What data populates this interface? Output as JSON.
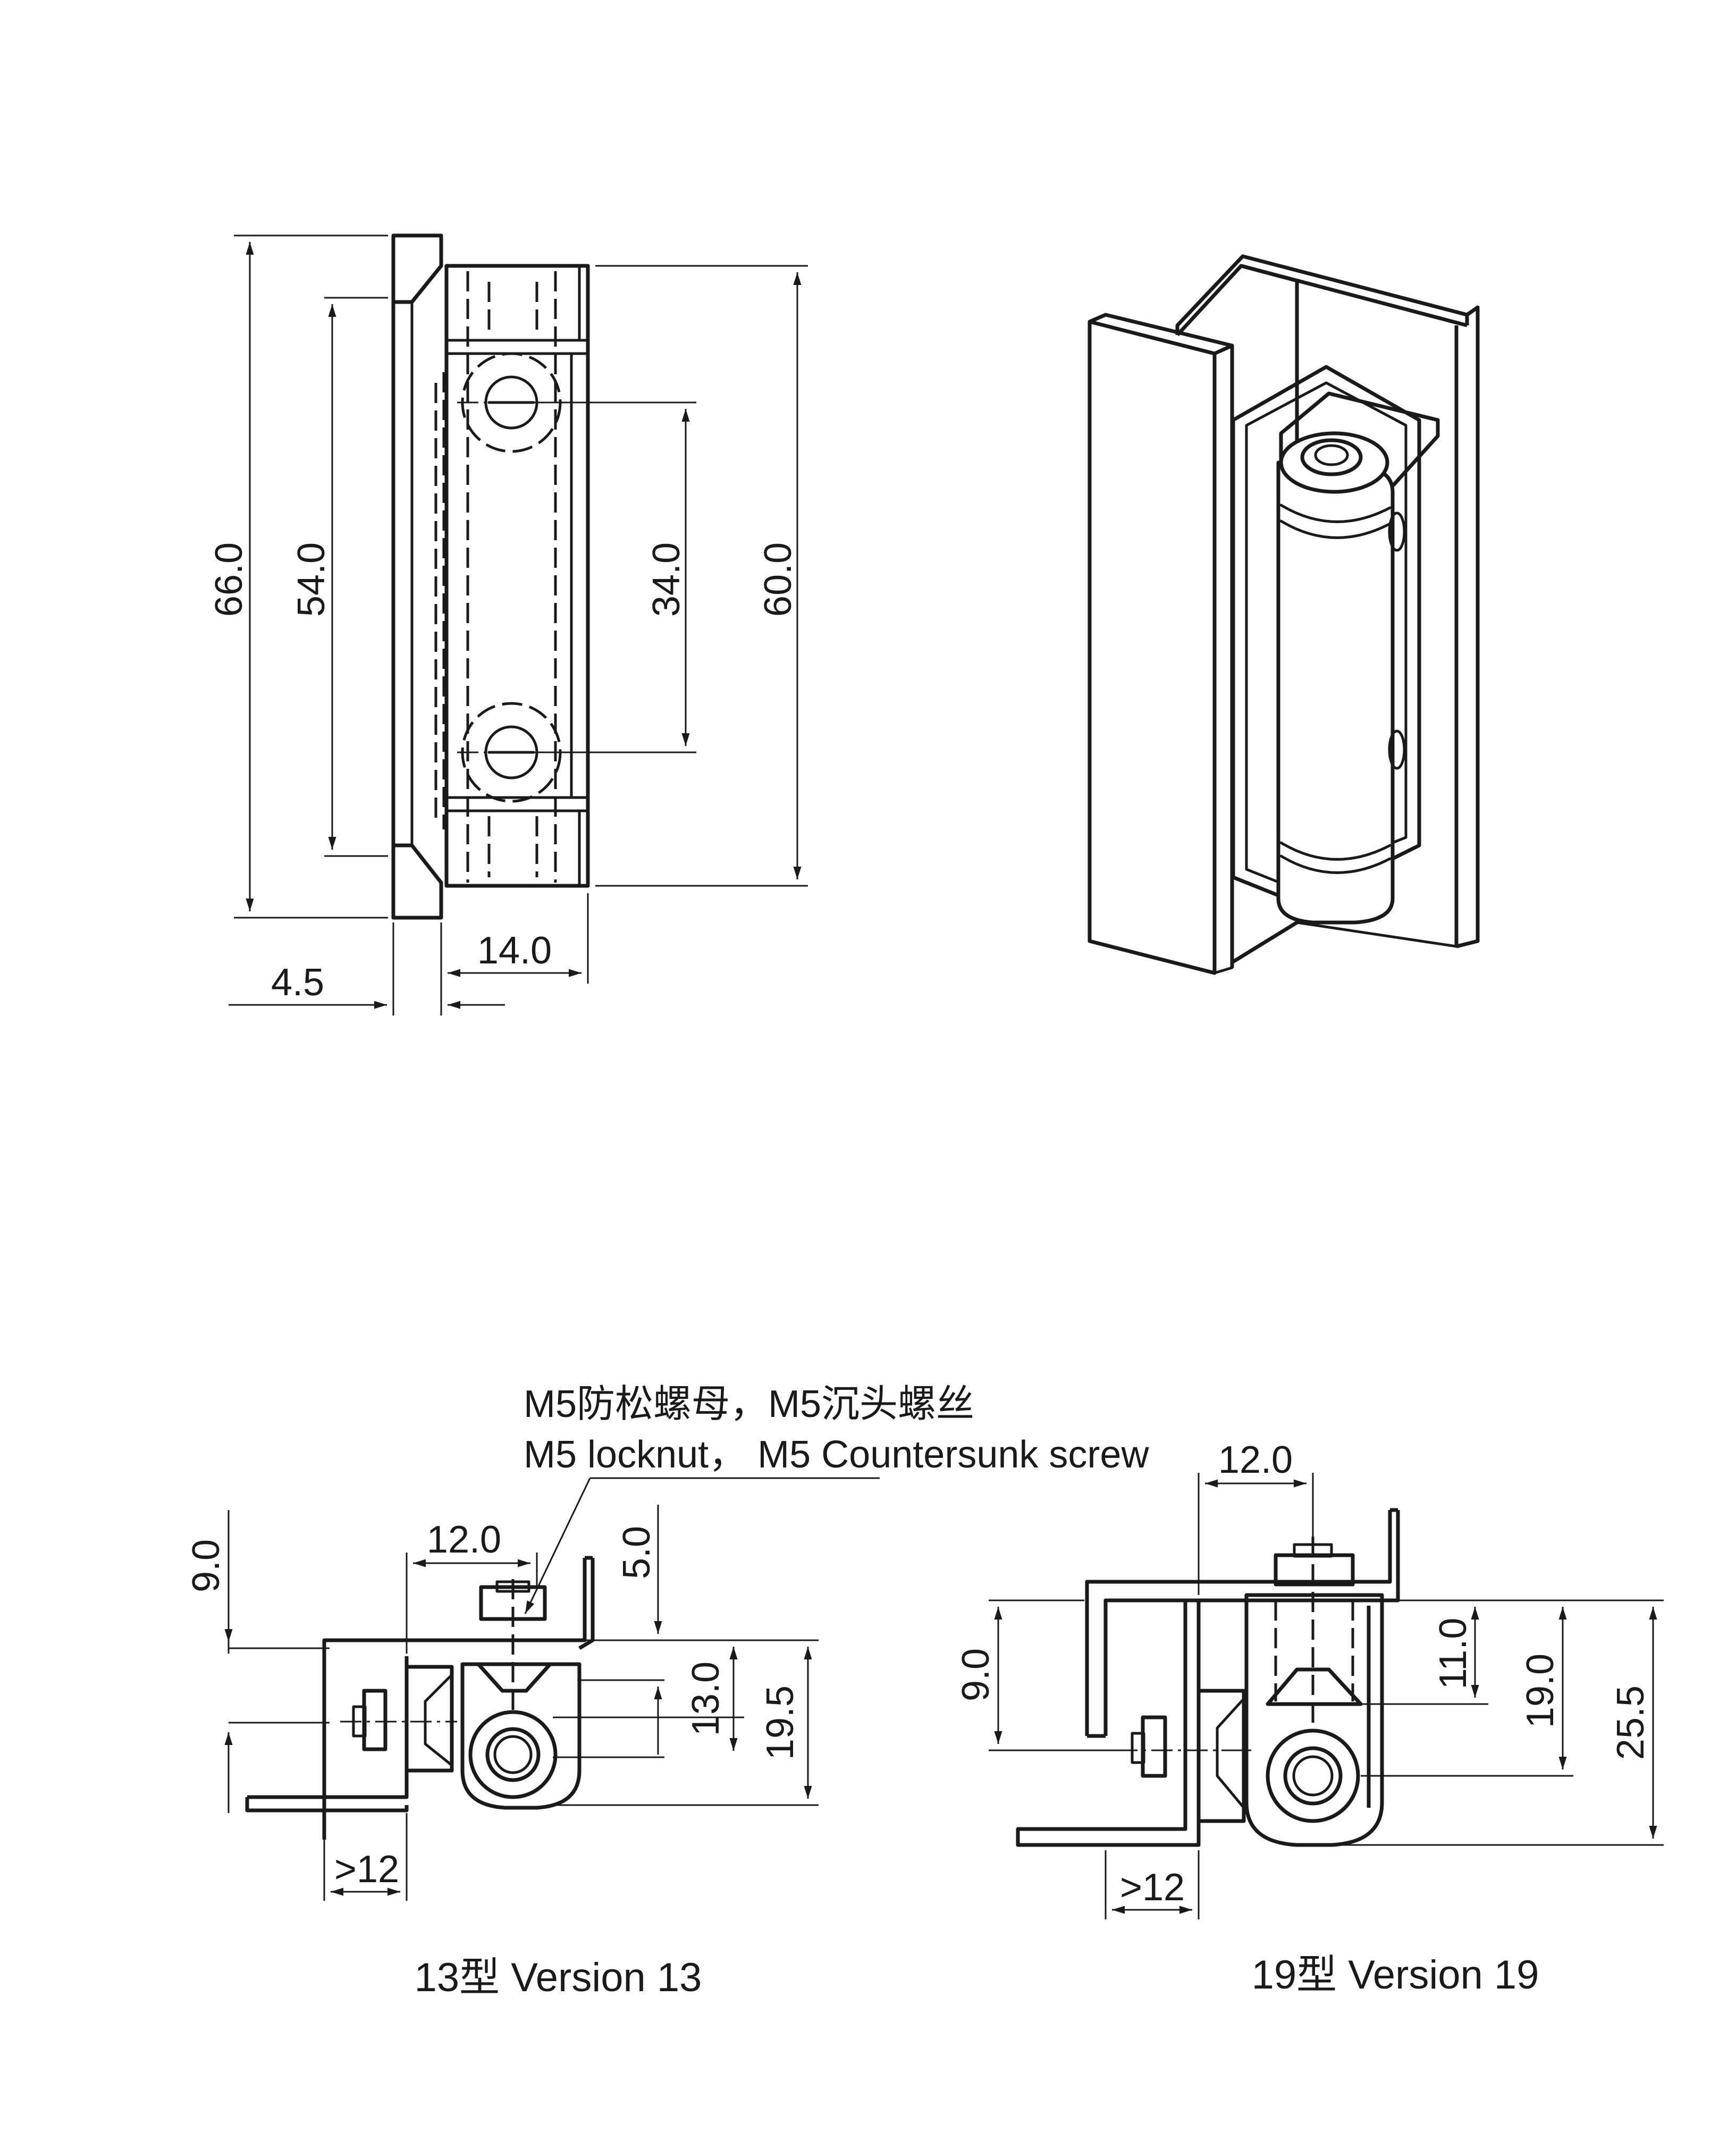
{
  "dimensions": {
    "front_view": {
      "overall_height": "66.0",
      "hole_spacing": "54.0",
      "screw_spacing": "34.0",
      "barrel_height": "60.0",
      "depth": "14.0",
      "offset": "4.5"
    },
    "version_13": {
      "width": "12.0",
      "height_a": "9.0",
      "height_b": "5.0",
      "height_c": "13.0",
      "height_d": "19.5",
      "min_gap": ">12"
    },
    "version_19": {
      "width": "12.0",
      "height_a": "9.0",
      "height_b": "11.0",
      "height_c": "19.0",
      "height_d": "25.5",
      "min_gap": ">12"
    }
  },
  "annotation": {
    "line1": "M5防松螺母，M5沉头螺丝",
    "line2": "M5 locknut， M5 Countersunk screw"
  },
  "captions": {
    "version_13": "13型  Version 13",
    "version_19": "19型  Version 19"
  }
}
